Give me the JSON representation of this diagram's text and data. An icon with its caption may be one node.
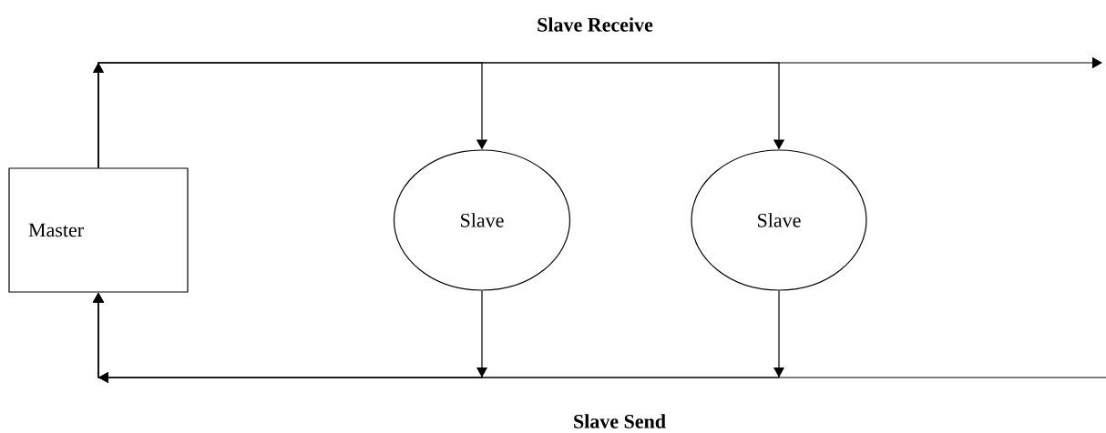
{
  "diagram": {
    "nodes": [
      {
        "text": [
          "Master"
        ]
      },
      {
        "text": [
          "Slave"
        ]
      },
      {
        "text": [
          "Slave"
        ]
      }
    ],
    "edges": [
      {
        "from": 0,
        "to": null,
        "arrow": "to"
      },
      {
        "from": 0,
        "to": 1,
        "arrow": "to"
      },
      {
        "from": 0,
        "to": 2,
        "arrow": "to"
      },
      {
        "from": 1,
        "to": 0,
        "arrow": "to"
      },
      {
        "from": 2,
        "to": 0,
        "arrow": "to"
      },
      {
        "from": null,
        "to": 0,
        "arrow": "to"
      }
    ],
    "labels": [
      "Slave Receive",
      "Slave Send"
    ]
  }
}
